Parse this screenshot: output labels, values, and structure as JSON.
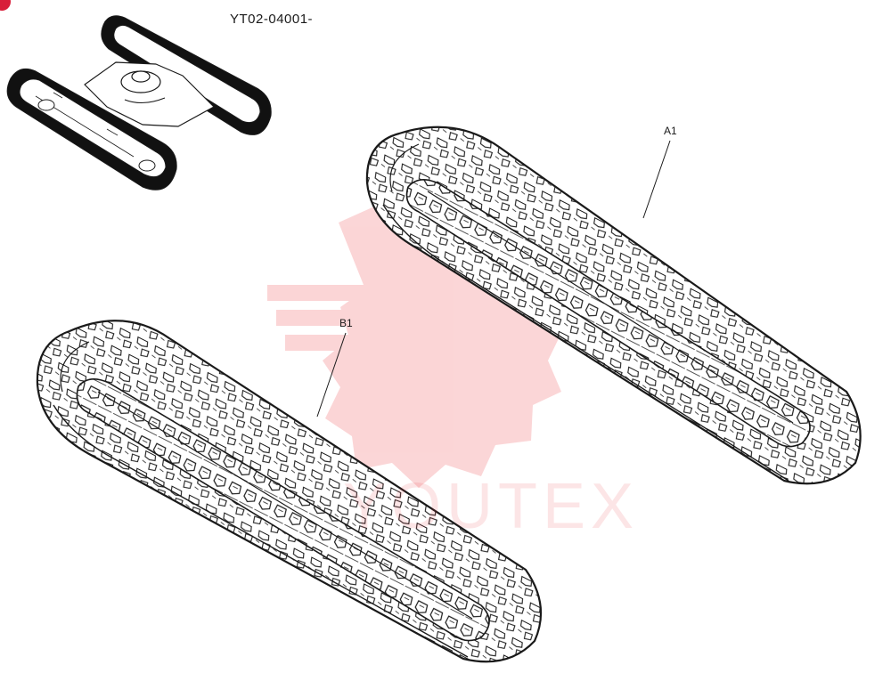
{
  "diagram": {
    "part_number": "YT02-04001-",
    "callouts": [
      {
        "id": "A1",
        "label": "A1"
      },
      {
        "id": "B1",
        "label": "B1"
      }
    ]
  },
  "watermark": {
    "text": "YOUTEX",
    "color": "#e8303a"
  },
  "colors": {
    "line": "#1a1a1a",
    "track_fill": "#111111",
    "frame_fill": "#ffffff",
    "marker": "#d81e3a",
    "watermark_gear": "#f26a6f"
  }
}
